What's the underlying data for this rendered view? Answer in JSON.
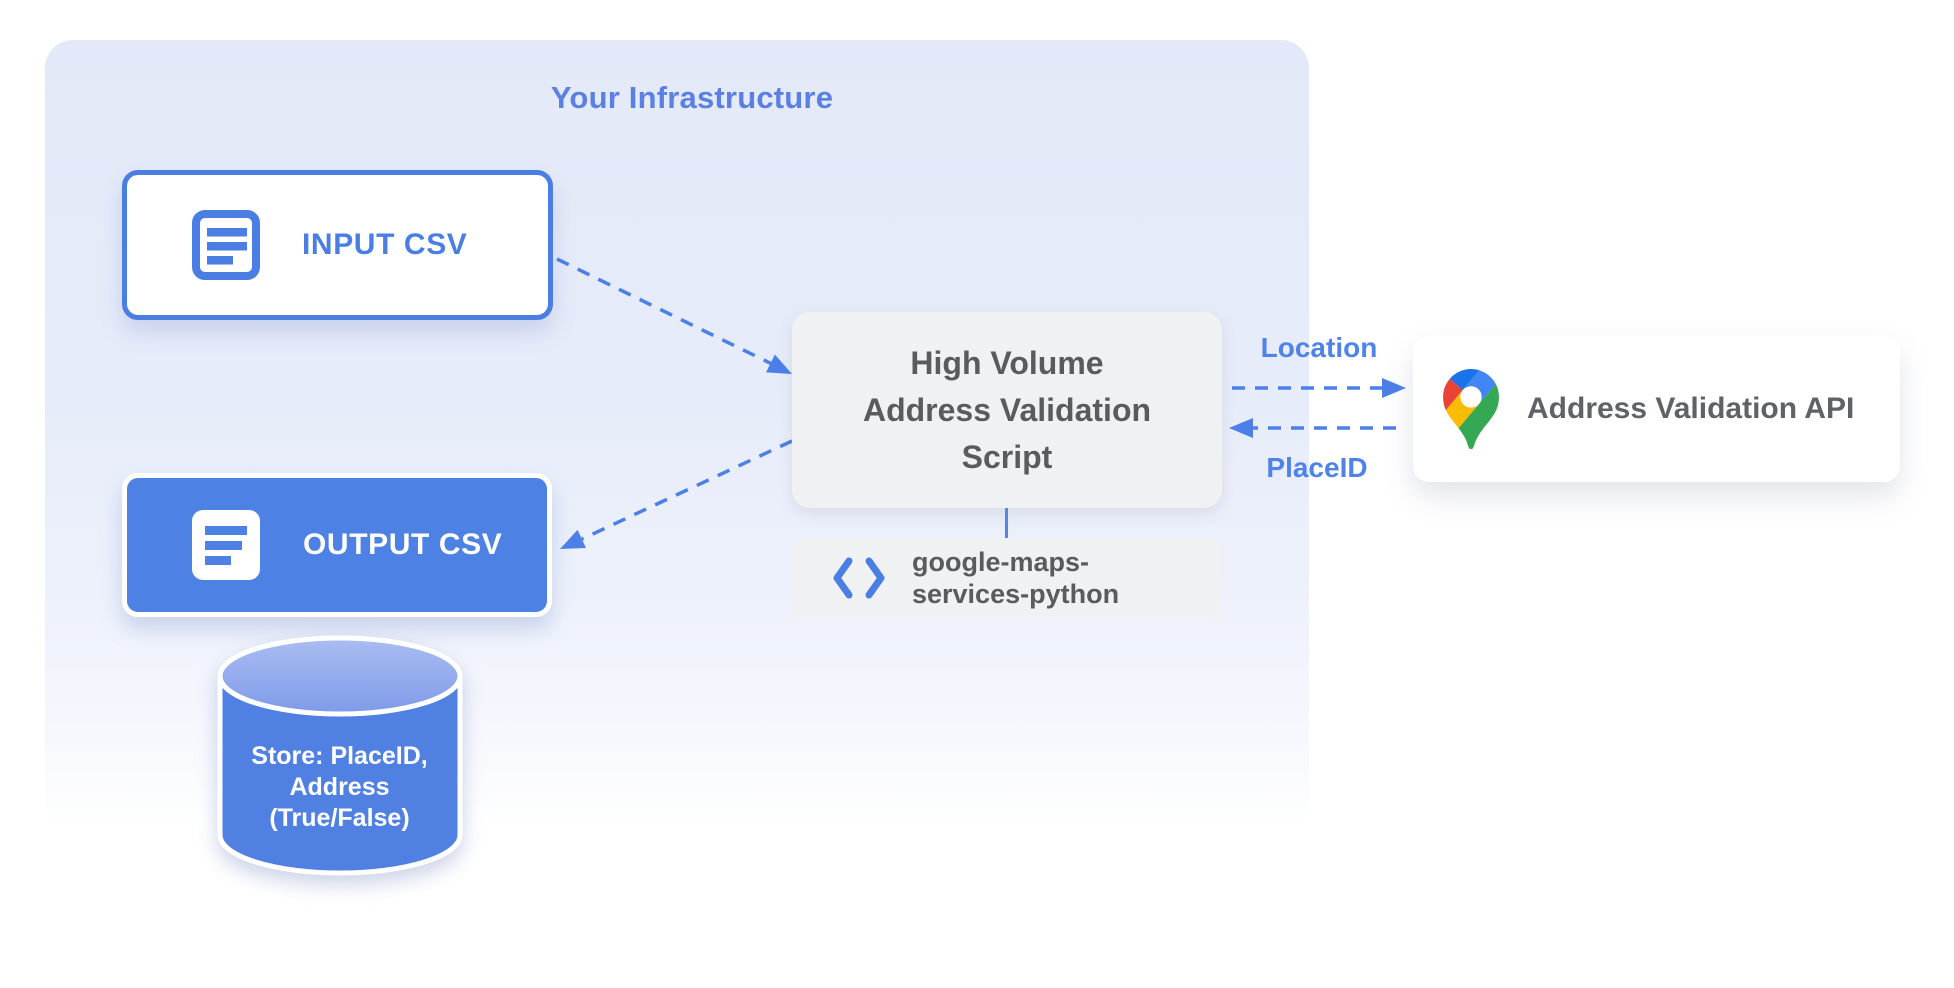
{
  "diagram": {
    "title": "Your Infrastructure",
    "nodes": {
      "input_csv": {
        "label": "INPUT CSV",
        "icon": "document-icon"
      },
      "output_csv": {
        "label": "OUTPUT CSV",
        "icon": "document-icon"
      },
      "datastore": {
        "text": "Store: PlaceID,\nAddress\n(True/False)",
        "shape": "database-cylinder"
      },
      "script": {
        "text": "High Volume\nAddress Validation\nScript"
      },
      "library": {
        "text": "google-maps-\nservices-python",
        "icon": "code-icon"
      },
      "api": {
        "label": "Address Validation API",
        "icon": "google-maps-pin-icon"
      }
    },
    "edges": {
      "location_label": "Location",
      "placeid_label": "PlaceID"
    },
    "colors": {
      "primary_blue": "#4C80E8",
      "node_border_blue": "#4A7EE3",
      "output_fill_blue": "#4D82E4",
      "title_blue": "#5B80E4",
      "edge_label_blue": "#4F83EA",
      "panel_blue_top": "#E3E9F8",
      "box_gray": "#F0F1F2",
      "text_gray": "#595C5F",
      "api_text_gray": "#5F6368",
      "cylinder_body_blue": "#5180E3",
      "cylinder_top_light": "#A5B9F0",
      "maps_pin_red": "#EA4335",
      "maps_pin_blue": "#4285F4",
      "maps_pin_dark_blue": "#1A73E8",
      "maps_pin_yellow": "#FBBC04",
      "maps_pin_green": "#34A853"
    }
  }
}
